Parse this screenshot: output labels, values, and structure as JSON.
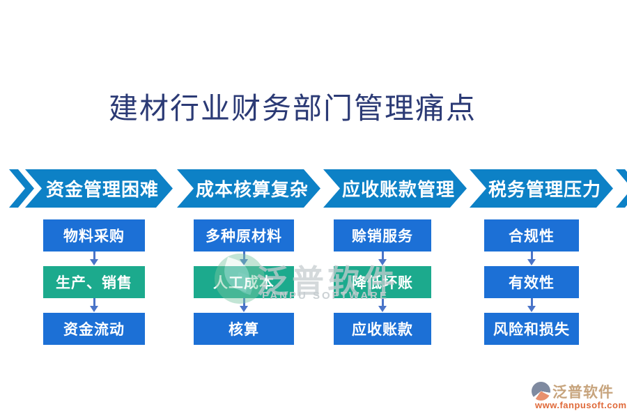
{
  "title": "建材行业财务部门管理痛点",
  "colors": {
    "banner_blue": "#0d81c6",
    "box_blue": "#1c70d6",
    "box_green": "#1caa8d",
    "arrow_blue": "#4a74c8",
    "title_navy": "#2b3a75",
    "watermark_text_gray": "#c6cdd0",
    "watermark_leaf_green": "#79c7a3",
    "footer_brand_tan": "#c7a47d",
    "footer_url_orange": "#e06a3a"
  },
  "columns": [
    {
      "header": "资金管理困难",
      "boxes": [
        {
          "label": "物料采购",
          "color": "#1c70d6"
        },
        {
          "label": "生产、销售",
          "color": "#1caa8d"
        },
        {
          "label": "资金流动",
          "color": "#1c70d6"
        }
      ]
    },
    {
      "header": "成本核算复杂",
      "boxes": [
        {
          "label": "多种原材料",
          "color": "#1c70d6"
        },
        {
          "label": "人工成本",
          "color": "#1caa8d"
        },
        {
          "label": "核算",
          "color": "#1c70d6"
        }
      ]
    },
    {
      "header": "应收账款管理",
      "boxes": [
        {
          "label": "赊销服务",
          "color": "#1c70d6"
        },
        {
          "label": "降低坏账",
          "color": "#1caa8d"
        },
        {
          "label": "应收账款",
          "color": "#1c70d6"
        }
      ]
    },
    {
      "header": "税务管理压力",
      "boxes": [
        {
          "label": "合规性",
          "color": "#1c70d6"
        },
        {
          "label": "有效性",
          "color": "#1c70d6"
        },
        {
          "label": "风险和损失",
          "color": "#1c70d6"
        }
      ]
    }
  ],
  "watermark": {
    "brand": "泛普软件",
    "subtitle": "FANPU SOFTWARE"
  },
  "footer": {
    "brand": "泛普软件",
    "url": "www.fanpusoft.com"
  }
}
